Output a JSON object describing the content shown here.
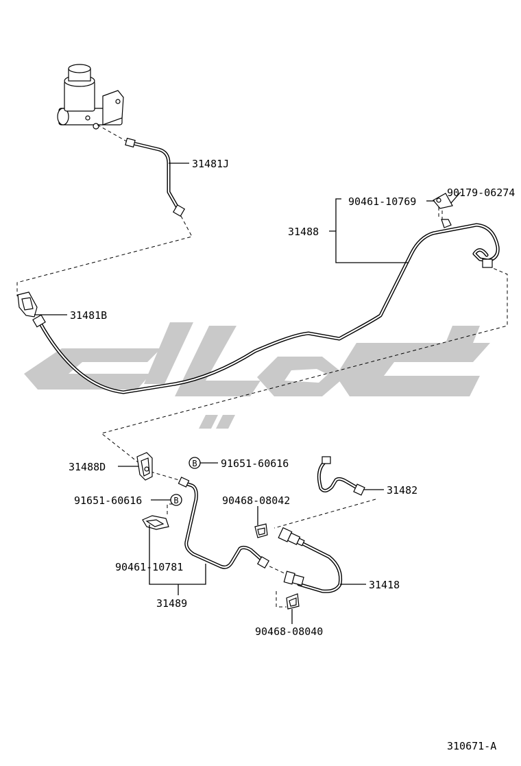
{
  "diagram": {
    "watermark_color": "#c9c9c9",
    "line_color": "#000000",
    "callouts": {
      "p31481J": "31481J",
      "p31488": "31488",
      "p90461_10769": "90461-10769",
      "p90179_06274": "90179-06274",
      "p31481B": "31481B",
      "p31488D": "31488D",
      "p91651_60616_top": "91651-60616",
      "p91651_60616_left": "91651-60616",
      "p31482": "31482",
      "p90468_08042": "90468-08042",
      "p31418": "31418",
      "p90461_10781": "90461-10781",
      "p31489": "31489",
      "p90468_08040": "90468-08040"
    },
    "bolt_marker": "B",
    "figure_id": "310671-A"
  }
}
